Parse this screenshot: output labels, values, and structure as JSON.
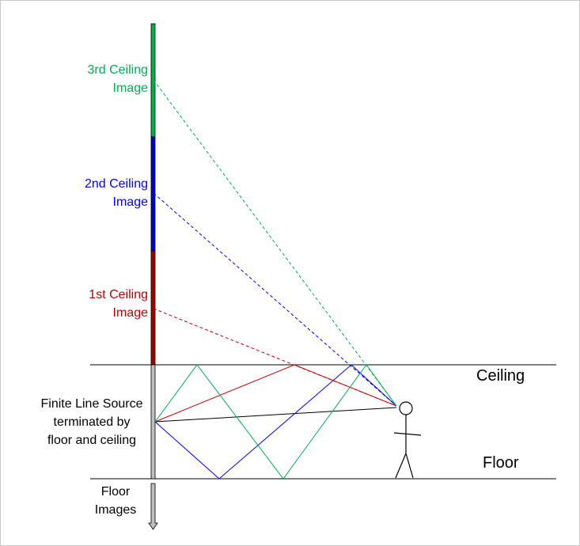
{
  "labels": {
    "third_ceiling_image": [
      "3rd Ceiling",
      "Image"
    ],
    "second_ceiling_image": [
      "2nd Ceiling",
      "Image"
    ],
    "first_ceiling_image": [
      "1st Ceiling",
      "Image"
    ],
    "line_source": [
      "Finite Line Source",
      "terminated by",
      "floor and ceiling"
    ],
    "floor_images": [
      "Floor",
      "Images"
    ],
    "ceiling": "Ceiling",
    "floor": "Floor"
  },
  "colors": {
    "third": "#00b050",
    "second": "#0000ff",
    "first": "#c00000",
    "source": "#bfbfbf",
    "lines": "#000000"
  }
}
